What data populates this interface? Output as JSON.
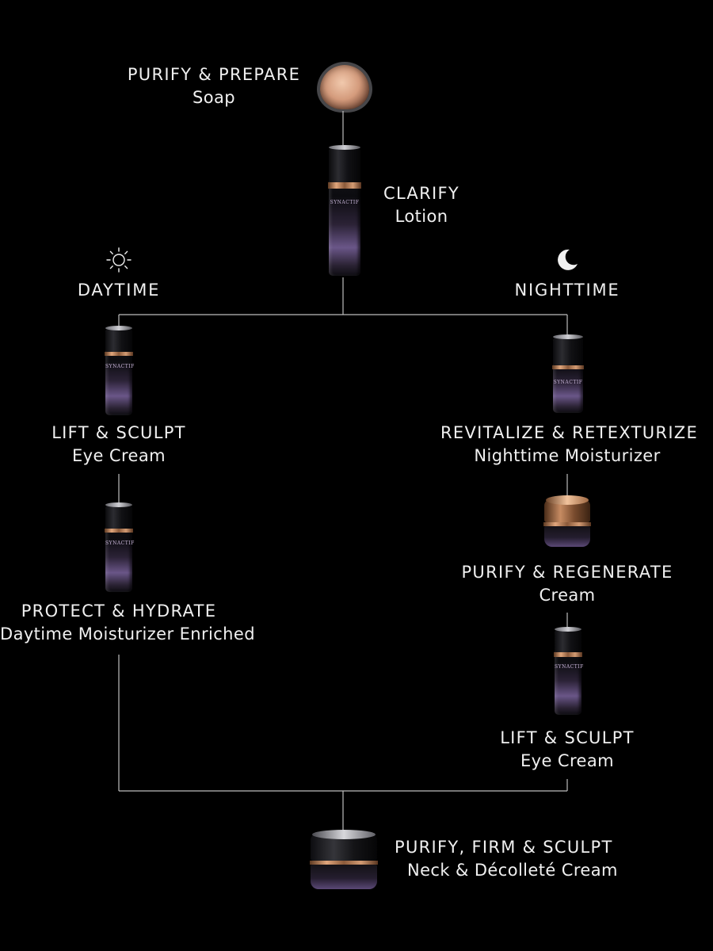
{
  "colors": {
    "background": "#000000",
    "text": "#f0f0f0",
    "connector": "#bdbdbd",
    "accent_gold": "#d39b73",
    "accent_violet": "#6a5688"
  },
  "icons": {
    "daytime": "sun-icon",
    "nighttime": "moon-icon"
  },
  "steps": {
    "soap": {
      "title": "PURIFY & PREPARE",
      "subtitle": "Soap"
    },
    "lotion": {
      "title": "CLARIFY",
      "subtitle": "Lotion"
    },
    "day_eye": {
      "title": "LIFT & SCULPT",
      "subtitle": "Eye Cream"
    },
    "day_moisturizer": {
      "title": "PROTECT & HYDRATE",
      "subtitle": "Daytime Moisturizer Enriched"
    },
    "night_moisturizer": {
      "title": "REVITALIZE & RETEXTURIZE",
      "subtitle": "Nighttime Moisturizer"
    },
    "night_cream": {
      "title": "PURIFY & REGENERATE",
      "subtitle": "Cream"
    },
    "night_eye": {
      "title": "LIFT & SCULPT",
      "subtitle": "Eye Cream"
    },
    "neck": {
      "title": "PURIFY, FIRM & SCULPT",
      "subtitle": "Neck & Décolleté Cream"
    }
  },
  "branches": {
    "day": "DAYTIME",
    "night": "NIGHTTIME"
  }
}
